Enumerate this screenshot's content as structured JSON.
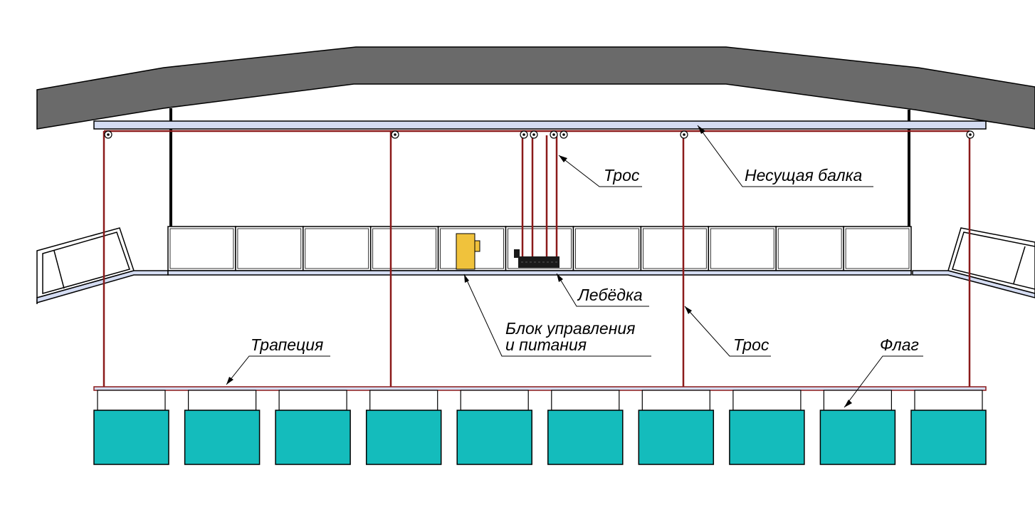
{
  "labels": {
    "cable_top": "Трос",
    "support_beam": "Несущая балка",
    "winch": "Лебёдка",
    "control_unit_line1": "Блок управления",
    "control_unit_line2": "и питания",
    "trapeze": "Трапеция",
    "cable_bottom": "Трос",
    "flag": "Флаг"
  },
  "colors": {
    "roof": "#6a6a6a",
    "beam": "#d4dcf2",
    "cable": "#8b1a1a",
    "flag": "#14bcbc",
    "control_unit": "#f0c23c",
    "winch": "#1a1a1a",
    "outline": "#000000"
  },
  "flags": {
    "count": 10
  },
  "panels": {
    "count": 11
  }
}
